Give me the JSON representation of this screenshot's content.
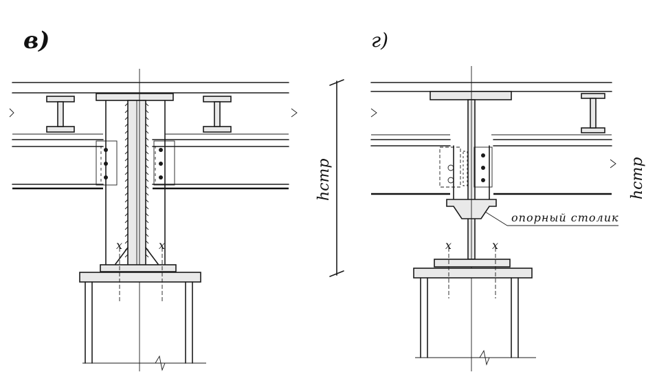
{
  "labels": {
    "detail_v": "в)",
    "detail_g": "г)",
    "height_dim_left": "hстр",
    "height_dim_right": "hстр",
    "callout": "опорный столик",
    "section_mark": "x"
  }
}
